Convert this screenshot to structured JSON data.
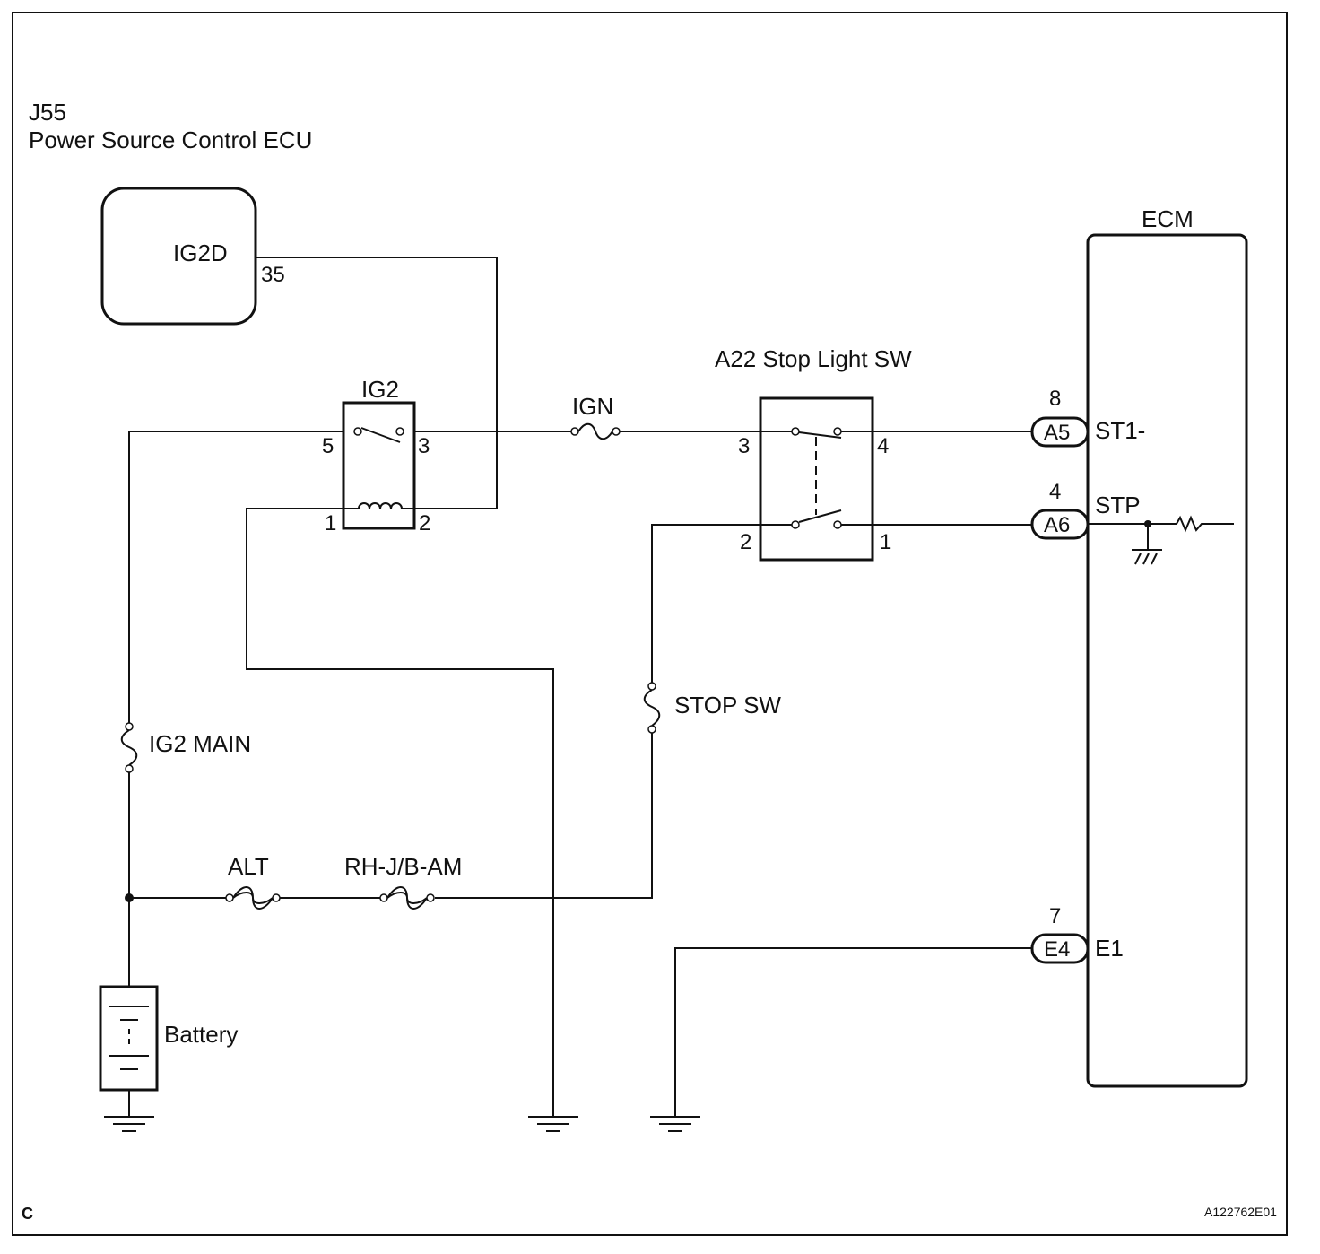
{
  "figure_id": "A122762E01",
  "corner_mark": "C",
  "power_ecu": {
    "connector": "J55",
    "name": "Power Source Control ECU",
    "terminal": "IG2D",
    "pin": "35"
  },
  "ig2_relay": {
    "name": "IG2",
    "pins": {
      "p5": "5",
      "p3": "3",
      "p1": "1",
      "p2": "2"
    }
  },
  "stop_light_sw": {
    "name": "A22 Stop Light SW",
    "pins": {
      "p3": "3",
      "p4": "4",
      "p2": "2",
      "p1": "1"
    }
  },
  "fuses": {
    "ign": "IGN",
    "ig2_main": "IG2 MAIN",
    "stop_sw": "STOP SW",
    "alt": "ALT",
    "rh_jb_am": "RH-J/B-AM"
  },
  "battery": "Battery",
  "ecm": {
    "name": "ECM",
    "connectors": [
      {
        "connector": "A5",
        "pin": "8",
        "terminal": "ST1-"
      },
      {
        "connector": "A6",
        "pin": "4",
        "terminal": "STP"
      },
      {
        "connector": "E4",
        "pin": "7",
        "terminal": "E1"
      }
    ]
  }
}
